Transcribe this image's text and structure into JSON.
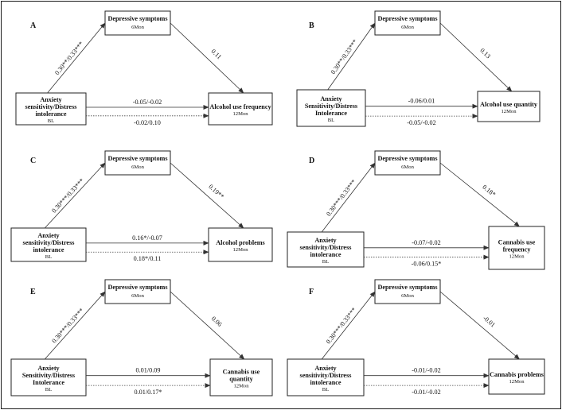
{
  "panels": [
    {
      "id": "A",
      "mediator": {
        "title": "Depressive symptoms",
        "sub": "6Mon"
      },
      "predictor": {
        "lines": [
          "Anxiety",
          "sensitivity/Distress",
          "intolerance"
        ],
        "sub": "BL"
      },
      "outcome": {
        "lines": [
          "Alcohol use frequency"
        ],
        "sub": "12Mon"
      },
      "path_a": "0.30**/0.33***",
      "path_b": "0.11",
      "path_c_top": "-0.05/-0.02",
      "path_c_bottom": "-0.02/0.10"
    },
    {
      "id": "B",
      "mediator": {
        "title": "Depressive symptoms",
        "sub": "6Mon"
      },
      "predictor": {
        "lines": [
          "Anxiety",
          "Sensitivity/Distress",
          "Intolerance"
        ],
        "sub": "BL"
      },
      "outcome": {
        "lines": [
          "Alcohol use quantity"
        ],
        "sub": "12Mon"
      },
      "path_a": "0.30**/0.33***",
      "path_b": "0.13",
      "path_c_top": "-0.06/0.01",
      "path_c_bottom": "-0.05/-0.02"
    },
    {
      "id": "C",
      "mediator": {
        "title": "Depressive symptoms",
        "sub": "6Mon"
      },
      "predictor": {
        "lines": [
          "Anxiety",
          "sensitivity/Distress",
          "intolerance"
        ],
        "sub": "BL"
      },
      "outcome": {
        "lines": [
          "Alcohol problems"
        ],
        "sub": "12Mon"
      },
      "path_a": "0.30***/0.33***",
      "path_b": "0.19**",
      "path_c_top": "0.16*/-0.07",
      "path_c_bottom": "0.18*/0.11"
    },
    {
      "id": "D",
      "mediator": {
        "title": "Depressive symptoms",
        "sub": "6Mon"
      },
      "predictor": {
        "lines": [
          "Anxiety",
          "sensitivity/Distress",
          "intolerance"
        ],
        "sub": "BL"
      },
      "outcome": {
        "lines": [
          "Cannabis use",
          "frequency"
        ],
        "sub": "12Mon"
      },
      "path_a": "0.30***/0.33***",
      "path_b": "0.18*",
      "path_c_top": "-0.07/-0.02",
      "path_c_bottom": "-0.06/0.15*"
    },
    {
      "id": "E",
      "mediator": {
        "title": "Depressive symptoms",
        "sub": "6Mon"
      },
      "predictor": {
        "lines": [
          "Anxiety",
          "Sensitivity/Distress",
          "Intolerance"
        ],
        "sub": "BL"
      },
      "outcome": {
        "lines": [
          "Cannabis use",
          "quantity"
        ],
        "sub": "12Mon"
      },
      "path_a": "0.30***/0.33***",
      "path_b": "0.06",
      "path_c_top": "0.01/0.09",
      "path_c_bottom": "0.01/0.17*"
    },
    {
      "id": "F",
      "mediator": {
        "title": "Depressive symptoms",
        "sub": "6Mon"
      },
      "predictor": {
        "lines": [
          "Anxiety",
          "sensitivity/Distress",
          "intolerance"
        ],
        "sub": "BL"
      },
      "outcome": {
        "lines": [
          "Cannabis problems"
        ],
        "sub": "12Mon"
      },
      "path_a": "0.30***/0.33***",
      "path_b": "-0.01",
      "path_c_top": "-0.01/-0.02",
      "path_c_bottom": "-0.01/-0.02"
    }
  ],
  "colors": {
    "line": "#333333",
    "border": "#1a1a1a",
    "text": "#111111"
  }
}
